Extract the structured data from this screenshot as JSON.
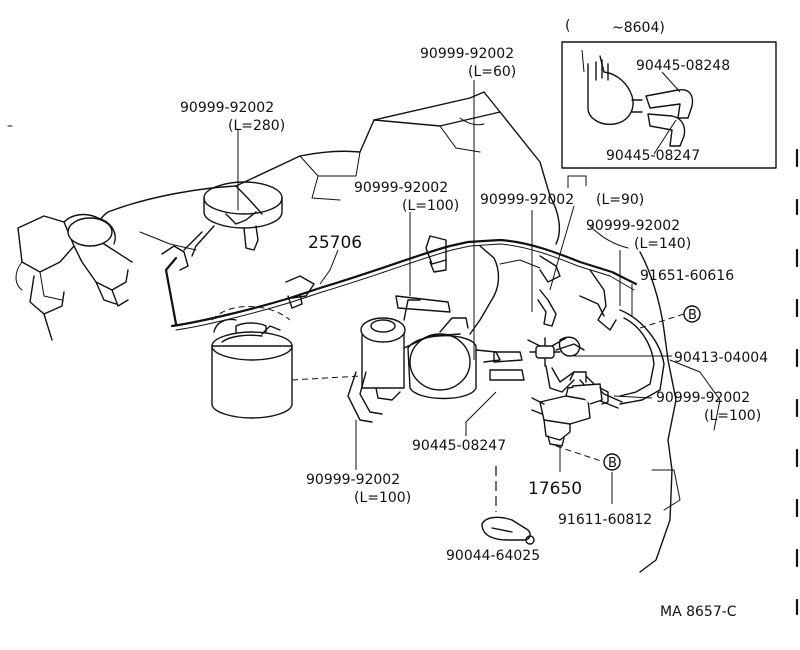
{
  "labels": {
    "inset_range_open": "(",
    "inset_range_value": "~8604)",
    "inset_hose_a": "90445-08248",
    "inset_hose_b": "90445-08247",
    "hose_L60": "90999-92002",
    "hose_L60_len": "(L=60)",
    "hose_L280": "90999-92002",
    "hose_L280_len": "(L=280)",
    "hose_L100_top": "90999-92002",
    "hose_L100_top_len": "(L=100)",
    "hose_L90": "90999-92002",
    "hose_L90_len": "(L=90)",
    "hose_L140": "90999-92002",
    "hose_L140_len": "(L=140)",
    "pipe_25706": "25706",
    "clamp_91651": "91651-60616",
    "connector_90413": "90413-04004",
    "hose_L100_right": "90999-92002",
    "hose_L100_right_len": "(L=100)",
    "hose_90445_main": "90445-08247",
    "hose_L100_left": "90999-92002",
    "hose_L100_left_len": "(L=100)",
    "vsv_17650": "17650",
    "bolt_91611": "91611-60812",
    "clip_90044": "90044-64025",
    "ref_b_top": "B",
    "ref_b_bottom": "B",
    "figure_code": "MA 8657-C"
  }
}
